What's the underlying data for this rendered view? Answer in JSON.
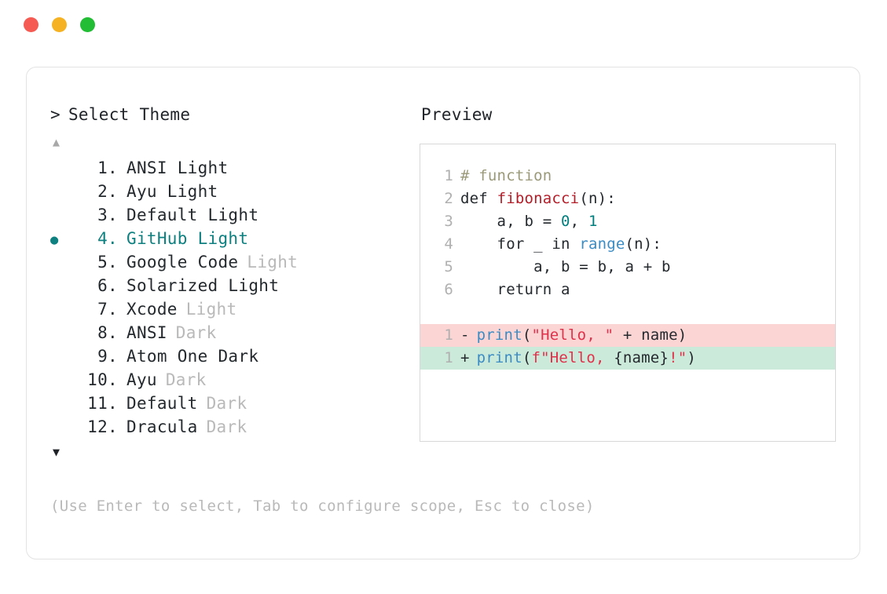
{
  "window": {
    "traffic_lights": [
      {
        "name": "close",
        "color": "#f55b52"
      },
      {
        "name": "minimize",
        "color": "#f5b223"
      },
      {
        "name": "maximize",
        "color": "#22bd35"
      }
    ]
  },
  "picker": {
    "prompt_caret": ">",
    "prompt_label": "Select Theme",
    "scroll_up_glyph": "▲",
    "scroll_down_glyph": "▼",
    "selected_index": 4,
    "bullet_glyph": "●",
    "items": [
      {
        "index": "1.",
        "name": "ANSI Light",
        "suffix": "",
        "selected": false
      },
      {
        "index": "2.",
        "name": "Ayu Light",
        "suffix": "",
        "selected": false
      },
      {
        "index": "3.",
        "name": "Default Light",
        "suffix": "",
        "selected": false
      },
      {
        "index": "4.",
        "name": "GitHub Light",
        "suffix": "",
        "selected": true
      },
      {
        "index": "5.",
        "name": "Google Code",
        "suffix": "Light",
        "selected": false
      },
      {
        "index": "6.",
        "name": "Solarized Light",
        "suffix": "",
        "selected": false
      },
      {
        "index": "7.",
        "name": "Xcode",
        "suffix": "Light",
        "selected": false
      },
      {
        "index": "8.",
        "name": "ANSI",
        "suffix": "Dark",
        "selected": false
      },
      {
        "index": "9.",
        "name": "Atom One Dark",
        "suffix": "",
        "selected": false
      },
      {
        "index": "10.",
        "name": "Ayu",
        "suffix": "Dark",
        "selected": false
      },
      {
        "index": "11.",
        "name": "Default",
        "suffix": "Dark",
        "selected": false
      },
      {
        "index": "12.",
        "name": "Dracula",
        "suffix": "Dark",
        "selected": false
      }
    ]
  },
  "preview": {
    "label": "Preview",
    "code_lines": [
      {
        "num": "1",
        "tokens": [
          {
            "t": "# function",
            "c": "comment"
          }
        ]
      },
      {
        "num": "2",
        "tokens": [
          {
            "t": "def ",
            "c": "keyword"
          },
          {
            "t": "fibonacci",
            "c": "func"
          },
          {
            "t": "(n):",
            "c": "plain"
          }
        ]
      },
      {
        "num": "3",
        "tokens": [
          {
            "t": "    a, b = ",
            "c": "plain"
          },
          {
            "t": "0",
            "c": "number"
          },
          {
            "t": ", ",
            "c": "plain"
          },
          {
            "t": "1",
            "c": "number"
          }
        ]
      },
      {
        "num": "4",
        "tokens": [
          {
            "t": "    for _ in ",
            "c": "plain"
          },
          {
            "t": "range",
            "c": "builtin"
          },
          {
            "t": "(n):",
            "c": "plain"
          }
        ]
      },
      {
        "num": "5",
        "tokens": [
          {
            "t": "        a, b = b, a + b",
            "c": "plain"
          }
        ]
      },
      {
        "num": "6",
        "tokens": [
          {
            "t": "    return a",
            "c": "plain"
          }
        ]
      }
    ],
    "diff_lines": [
      {
        "num": "1",
        "sign": "-",
        "kind": "removed",
        "tokens": [
          {
            "t": "print",
            "c": "builtin"
          },
          {
            "t": "(",
            "c": "plain"
          },
          {
            "t": "\"Hello, \"",
            "c": "string"
          },
          {
            "t": " + name)",
            "c": "plain"
          }
        ]
      },
      {
        "num": "1",
        "sign": "+",
        "kind": "added",
        "tokens": [
          {
            "t": "print",
            "c": "builtin"
          },
          {
            "t": "(",
            "c": "plain"
          },
          {
            "t": "f\"Hello, ",
            "c": "string"
          },
          {
            "t": "{name}",
            "c": "plain"
          },
          {
            "t": "!\"",
            "c": "string"
          },
          {
            "t": ")",
            "c": "plain"
          }
        ]
      }
    ]
  },
  "footer": {
    "hint": "(Use Enter to select, Tab to configure scope, Esc to close)"
  },
  "colors": {
    "accent_teal": "#0e8080",
    "text_primary": "#24292e",
    "text_muted": "#b9b9b9",
    "diff_removed_bg": "#fbd4d4",
    "diff_added_bg": "#cceada",
    "syntax_comment": "#9a9a7a",
    "syntax_function": "#b31d28",
    "syntax_builtin": "#3b8cc4",
    "syntax_number": "#007d7d",
    "syntax_string": "#e0314b"
  }
}
